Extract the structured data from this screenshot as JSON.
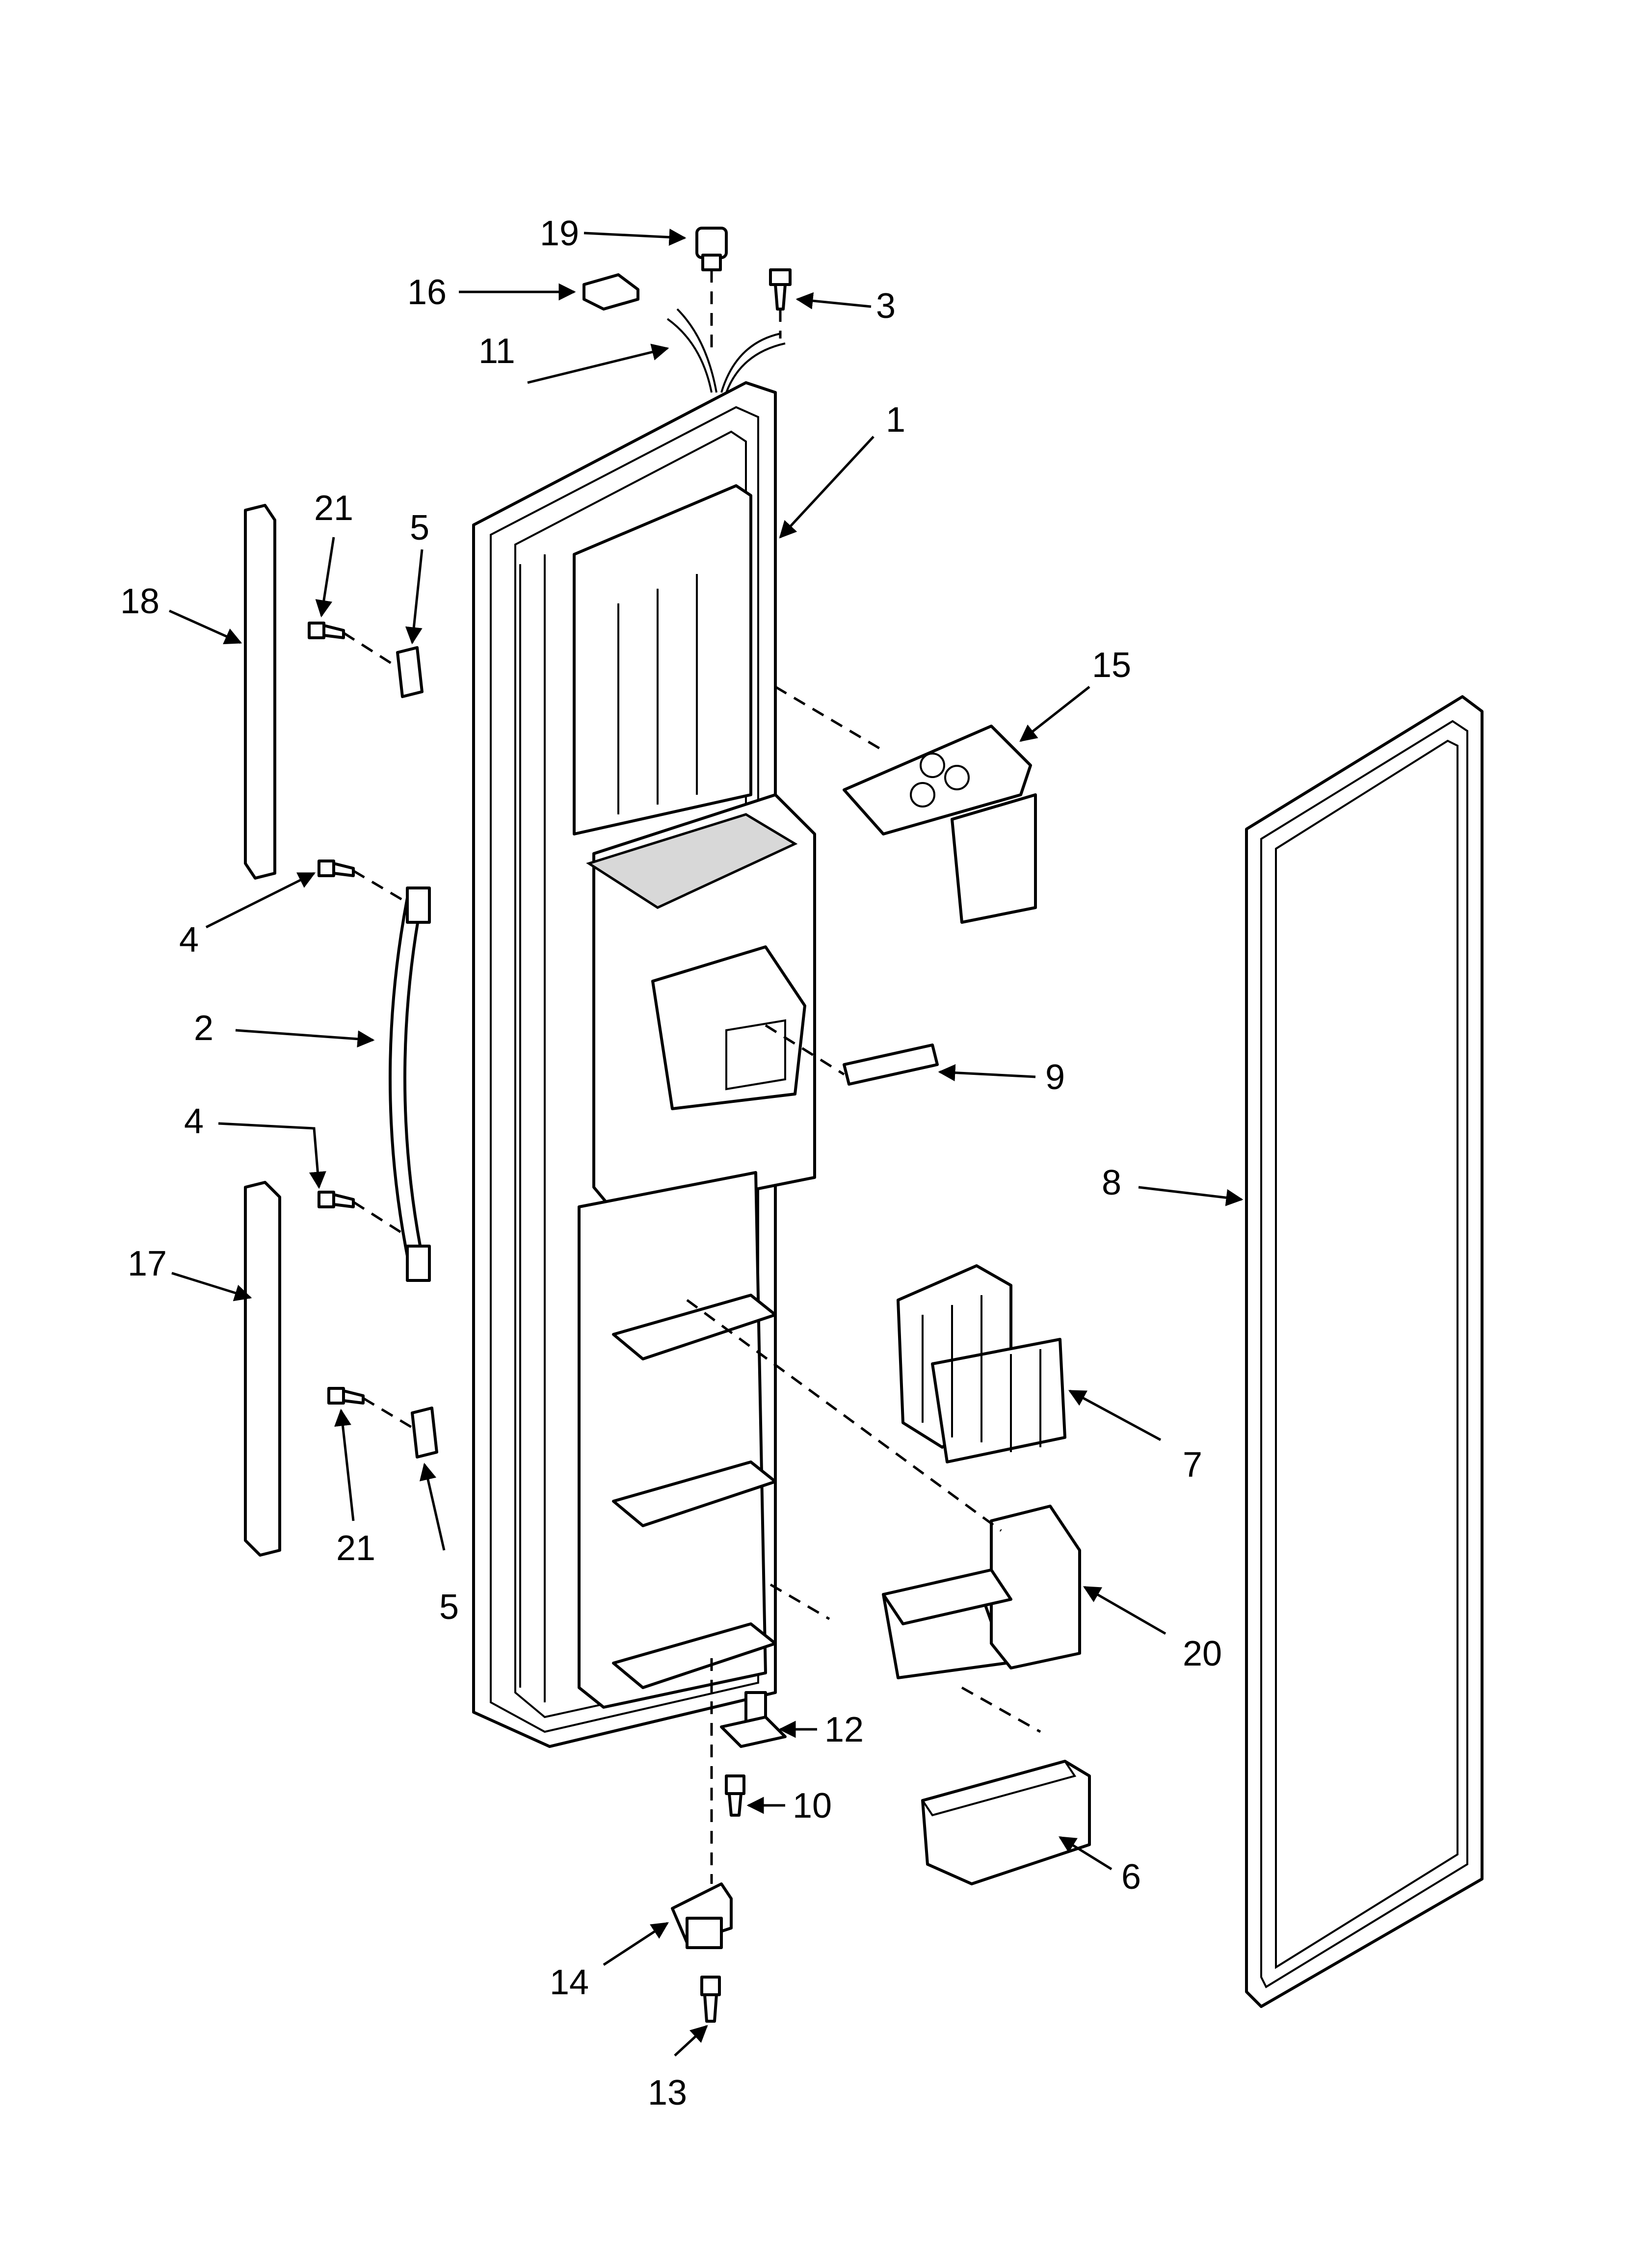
{
  "callouts": [
    {
      "id": "c19",
      "label": "19"
    },
    {
      "id": "c16",
      "label": "16"
    },
    {
      "id": "c3",
      "label": "3"
    },
    {
      "id": "c11",
      "label": "11"
    },
    {
      "id": "c1",
      "label": "1"
    },
    {
      "id": "c21a",
      "label": "21"
    },
    {
      "id": "c5a",
      "label": "5"
    },
    {
      "id": "c18",
      "label": "18"
    },
    {
      "id": "c15",
      "label": "15"
    },
    {
      "id": "c4a",
      "label": "4"
    },
    {
      "id": "c2",
      "label": "2"
    },
    {
      "id": "c9",
      "label": "9"
    },
    {
      "id": "c4b",
      "label": "4"
    },
    {
      "id": "c8",
      "label": "8"
    },
    {
      "id": "c17",
      "label": "17"
    },
    {
      "id": "c7",
      "label": "7"
    },
    {
      "id": "c21b",
      "label": "21"
    },
    {
      "id": "c5b",
      "label": "5"
    },
    {
      "id": "c20",
      "label": "20"
    },
    {
      "id": "c12",
      "label": "12"
    },
    {
      "id": "c10",
      "label": "10"
    },
    {
      "id": "c6",
      "label": "6"
    },
    {
      "id": "c14",
      "label": "14"
    },
    {
      "id": "c13",
      "label": "13"
    }
  ]
}
